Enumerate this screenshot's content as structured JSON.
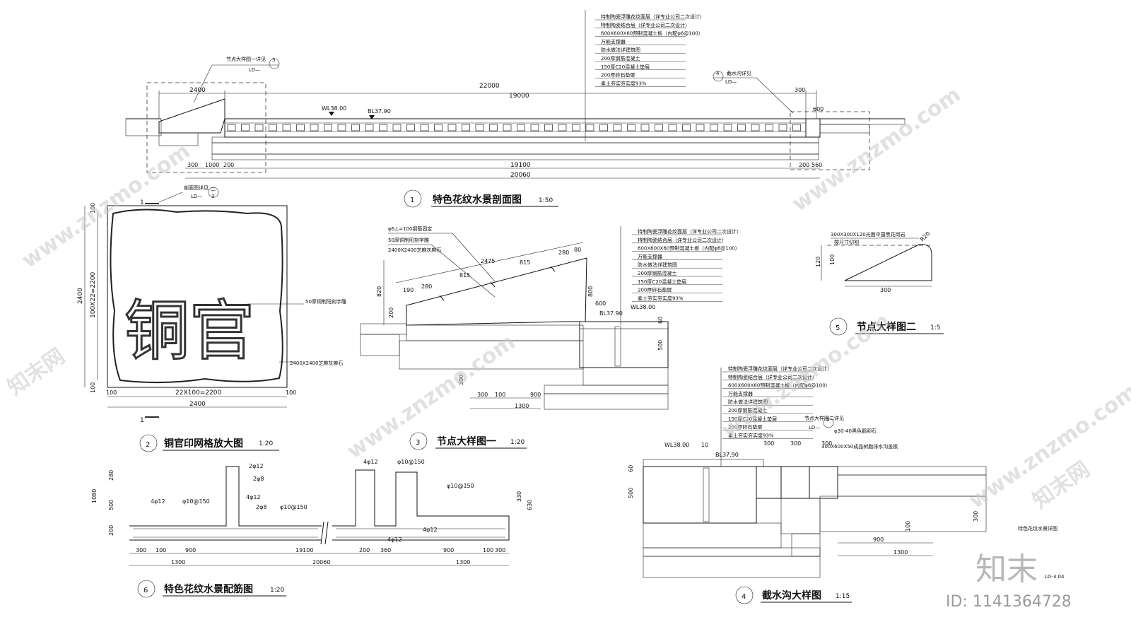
{
  "sections": {
    "s1": {
      "num": "1",
      "title": "特色花纹水景剖面图",
      "scale": "1:50"
    },
    "s2": {
      "num": "2",
      "title": "铜官印网格放大图",
      "scale": "1:20"
    },
    "s3": {
      "num": "3",
      "title": "节点大样图一",
      "scale": "1:20"
    },
    "s4": {
      "num": "4",
      "title": "截水沟大样图",
      "scale": "1:15"
    },
    "s5": {
      "num": "5",
      "title": "节点大样图二",
      "scale": "1:5"
    },
    "s6": {
      "num": "6",
      "title": "特色花纹水景配筋图",
      "scale": "1:20"
    }
  },
  "layers": [
    "特制陶瓷浮雕花纹面层（详专业公司二次设计）",
    "特制陶瓷结合层（详专业公司二次设计）",
    "600X600X60预制混凝土板（内配φ6@100）",
    "万能支撑器",
    "防水做法详建筑图",
    "200厚钢筋混凝土",
    "150厚C20混凝土垫层",
    "200厚碎石垫层",
    "素土夯实夯实度93%"
  ],
  "s1": {
    "callout_left": "节点大样图一详见",
    "callout_left_ref": "3",
    "callout_left_ld": "LD—",
    "callout_right": "截水沟详见",
    "callout_right_ref": "4",
    "callout_right_ld": "LD—",
    "dim_2400": "2400",
    "dim_22000": "22000",
    "dim_19000": "19000",
    "dim_300": "300",
    "dim_600": "600",
    "wl": "WL38.00",
    "bl": "BL37.90",
    "dim_b300": "300",
    "dim_b1000": "1000",
    "dim_b200": "200",
    "dim_19100": "19100",
    "dim_20060": "20060",
    "dim_b200r": "200",
    "dim_b560": "560"
  },
  "s2": {
    "cut_label": "剖面图详见",
    "cut_ref": "二",
    "cut_ld": "LD—",
    "cut_ld_ref": "3",
    "cut_mark": "1",
    "dim_2400": "2400",
    "dim_grid_v": "100X22=2200",
    "dim_100a": "100",
    "dim_100b": "100",
    "dim_grid_h": "22X100=2200",
    "dim_2400_h": "2400",
    "dim_100c": "100",
    "dim_100d": "100",
    "note_1": "50厚铜制阳刻字雕",
    "note_2": "2400X2400芝麻灰麻石",
    "seal_text": "铜官"
  },
  "s3": {
    "note_1": "φ6,L=100钢筋固定",
    "note_2": "50厚铜制阳刻字雕",
    "note_3": "2400X2400芝麻灰麻石",
    "dim_2475": "2475",
    "dim_815a": "815",
    "dim_815b": "815",
    "dim_280": "280",
    "dim_190": "190",
    "dim_280b": "280",
    "dim_80": "80",
    "dim_820": "820",
    "dim_200": "200",
    "dim_800": "800",
    "dim_600": "600",
    "wl": "WL38.00",
    "bl": "BL37.90",
    "dim_60": "60",
    "dim_500": "500",
    "dim_300v": "300",
    "dim_900": "900",
    "dim_300h": "300",
    "dim_100": "100",
    "dim_1300": "1300"
  },
  "s4": {
    "callout": "节点大样图二详见",
    "callout_ref": "5",
    "callout_ld": "LD—",
    "note_1": "φ30-40黑色鹅卵石",
    "note_2": "300X600X50成品树脂排水沟盖板",
    "wl": "WL38.00",
    "bl": "BL37.90",
    "dim_10": "10",
    "dim_300a": "300",
    "dim_300b": "300",
    "dim_300c": "300",
    "dim_60": "60",
    "dim_500": "500",
    "dim_900": "900",
    "dim_1300": "1300",
    "dim_100": "100",
    "dim_300v": "300",
    "stamp_title": "特色花纹水景详图",
    "stamp_code": "LD-3.04"
  },
  "s5": {
    "note": "300X300X120光面中国黑花岗岩",
    "note_2": "按尺寸切割",
    "r": "R20",
    "dim_120": "120",
    "dim_100": "100",
    "dim_300": "300"
  },
  "s6": {
    "r1": "2φ12",
    "r2": "2φ8",
    "r3": "4φ12",
    "r4": "φ10@150",
    "r5": "2φ8",
    "r6": "φ10@150",
    "r7": "4φ12",
    "r8": "4φ12",
    "r9": "φ10@150",
    "r10": "φ10@150",
    "r11": "4φ12",
    "r12": "4φ12",
    "d1080": "1080",
    "d280": "280",
    "d500": "500",
    "d200": "200",
    "d330": "330",
    "d630": "630",
    "d300": "300",
    "d100": "100",
    "d900": "900",
    "d19100": "19100",
    "d200b": "200",
    "d360": "360",
    "d900b": "900",
    "d1300": "1300",
    "d20060": "20060",
    "d1300b": "1300",
    "d100b": "100",
    "d300b": "300"
  },
  "watermarks": {
    "text": "www.znzmo.com",
    "brand_cn": "知末网",
    "brand": "知末",
    "id": "ID: 1141364728"
  }
}
